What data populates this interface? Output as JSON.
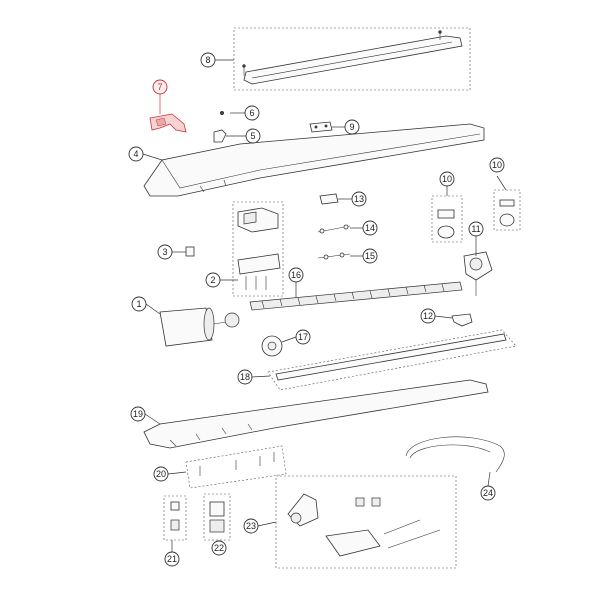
{
  "diagram": {
    "highlight_color": "#c8343b",
    "callouts": [
      {
        "number": "1"
      },
      {
        "number": "2"
      },
      {
        "number": "3"
      },
      {
        "number": "4"
      },
      {
        "number": "5"
      },
      {
        "number": "6"
      },
      {
        "number": "7",
        "highlighted": true
      },
      {
        "number": "8"
      },
      {
        "number": "9"
      },
      {
        "number": "10"
      },
      {
        "number": "10"
      },
      {
        "number": "11"
      },
      {
        "number": "12"
      },
      {
        "number": "13"
      },
      {
        "number": "14"
      },
      {
        "number": "15"
      },
      {
        "number": "16"
      },
      {
        "number": "17"
      },
      {
        "number": "18"
      },
      {
        "number": "19"
      },
      {
        "number": "20"
      },
      {
        "number": "21"
      },
      {
        "number": "22"
      },
      {
        "number": "23"
      },
      {
        "number": "24"
      }
    ]
  }
}
